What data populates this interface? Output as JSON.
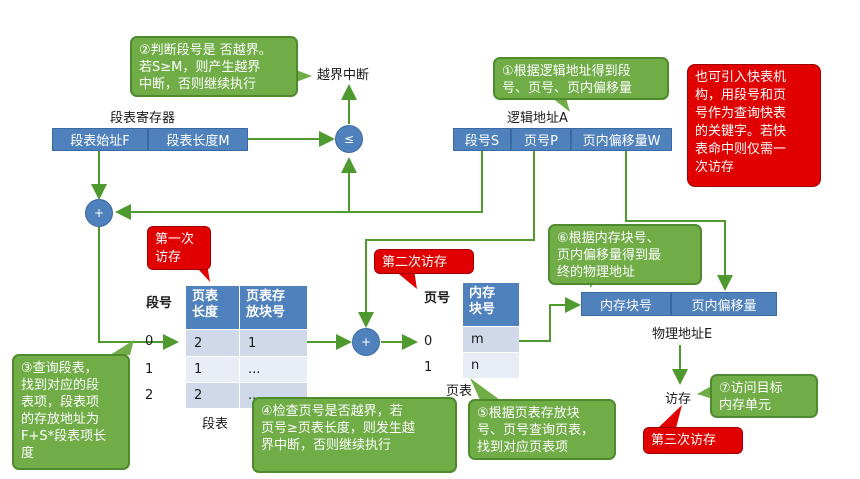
{
  "segment_register": {
    "label": "段表寄存器",
    "start_field": "段表始址F",
    "length_field": "段表长度M"
  },
  "logical_address": {
    "label": "逻辑地址A",
    "seg_field": "段号S",
    "page_field": "页号P",
    "offset_field": "页内偏移量W"
  },
  "physical_address": {
    "label": "物理地址E",
    "block_field": "内存块号",
    "offset_field": "页内偏移量"
  },
  "compare_op": "≤",
  "add_op": "+",
  "overflow_label": "越界中断",
  "access_label": "访存",
  "segment_table": {
    "caption": "段表",
    "index_header": "段号",
    "headers": [
      "页表\n长度",
      "页表存\n放块号"
    ],
    "index": [
      "0",
      "1",
      "2"
    ],
    "rows": [
      [
        "2",
        "1"
      ],
      [
        "1",
        "..."
      ],
      [
        "2",
        "..."
      ]
    ]
  },
  "page_table": {
    "caption": "页表",
    "index_header": "页号",
    "header": "内存\n块号",
    "index": [
      "0",
      "1"
    ],
    "rows": [
      "m",
      "n"
    ]
  },
  "callouts": {
    "step1": "①根据逻辑地址得到段\n号、页号、页内偏移量",
    "step2": "②判断段号是 否越界。\n若S≥M，则产生越界\n中断，否则继续执行",
    "step3": "③查询段表，\n找到对应的段\n表项，段表项\n的存放地址为\nF+S*段表项长\n度",
    "step4": "④检查页号是否越界，若\n页号≥页表长度，则发生越\n界中断，否则继续执行",
    "step5": "⑤根据页表存放块\n号、页号查询页表，\n找到对应页表项",
    "step6": "⑥根据内存块号、\n页内偏移量得到最\n终的物理地址",
    "step7": "⑦访问目标\n内存单元"
  },
  "notes": {
    "first_access": "第一次\n访存",
    "second_access": "第二次访存",
    "third_access": "第三次访存",
    "tlb_note": "也可引入快表机\n构，用段号和页\n号作为查询快表\n的关键字。若快\n表命中则仅需一\n次访存"
  },
  "colors": {
    "box_blue": "#4f81bd",
    "callout_green": "#70ad47",
    "note_red": "#e00000",
    "arrow_green": "#4e9a2e"
  }
}
